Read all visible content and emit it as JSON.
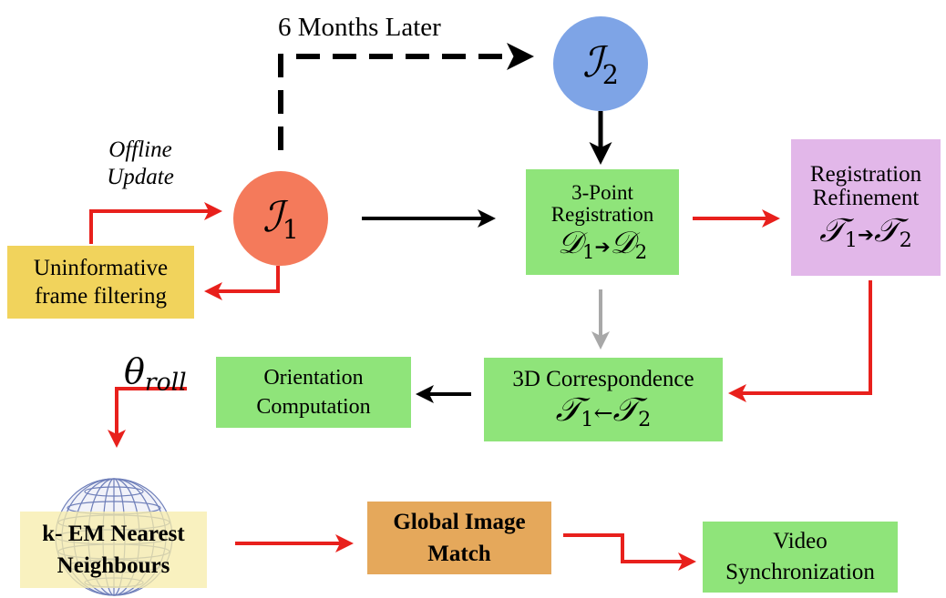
{
  "colors": {
    "green": "#8fe47a",
    "yellow": "#f1d35c",
    "purple": "#e2b7e9",
    "orange": "#e5a85b",
    "red_circle": "#f47a5b",
    "blue_circle": "#7ea4e6",
    "red_arrow": "#e8201c",
    "gray_arrow": "#a8a8a8"
  },
  "labels": {
    "months_later": "6 Months Later",
    "offline_update": [
      "Offline",
      "Update"
    ],
    "theta": "θ",
    "theta_sub": "roll"
  },
  "circles": {
    "i1": {
      "symbol": "ℐ",
      "sub": "1"
    },
    "i2": {
      "symbol": "ℐ",
      "sub": "2"
    }
  },
  "boxes": {
    "uninformative": {
      "lines": [
        "Uninformative",
        "frame filtering"
      ]
    },
    "three_point": {
      "lines": [
        "3-Point",
        "Registration"
      ],
      "math": {
        "left": "𝒟",
        "left_sub": "1",
        "arrow": "➔",
        "right": "𝒟",
        "right_sub": "2"
      }
    },
    "refinement": {
      "lines": [
        "Registration",
        "Refinement"
      ],
      "math": {
        "left": "𝒯",
        "left_sub": "1",
        "arrow": "➔",
        "right": "𝒯",
        "right_sub": "2"
      }
    },
    "correspondence": {
      "lines": [
        "3D Correspondence"
      ],
      "math": {
        "left": "𝒯",
        "left_sub": "1",
        "arrow": "←",
        "right": "𝒯",
        "right_sub": "2"
      }
    },
    "orientation": {
      "lines": [
        "Orientation",
        "Computation"
      ]
    },
    "knn": {
      "lines": [
        "k- EM Nearest",
        "Neighbours"
      ]
    },
    "global_match": {
      "lines": [
        "Global Image",
        "Match"
      ]
    },
    "video_sync": {
      "lines": [
        "Video",
        "Synchronization"
      ]
    }
  }
}
